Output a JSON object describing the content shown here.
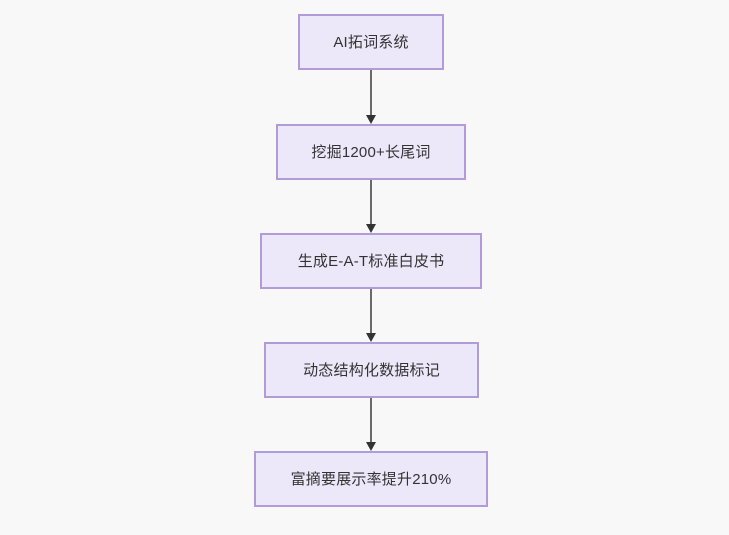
{
  "diagram": {
    "type": "flowchart",
    "direction": "top-to-bottom",
    "background_color": "#f8f8f8",
    "node_fill_color": "#ece8fa",
    "node_border_color": "#b19cd9",
    "node_text_color": "#333333",
    "edge_line_color": "#6a6a6a",
    "edge_arrowhead_color": "#333333",
    "nodes": [
      {
        "id": "n1",
        "label": "AI拓词系统"
      },
      {
        "id": "n2",
        "label": "挖掘1200+长尾词"
      },
      {
        "id": "n3",
        "label": "生成E-A-T标准白皮书"
      },
      {
        "id": "n4",
        "label": "动态结构化数据标记"
      },
      {
        "id": "n5",
        "label": "富摘要展示率提升210%"
      }
    ],
    "edges": [
      {
        "from": "n1",
        "to": "n2",
        "label": ""
      },
      {
        "from": "n2",
        "to": "n3",
        "label": ""
      },
      {
        "from": "n3",
        "to": "n4",
        "label": ""
      },
      {
        "from": "n4",
        "to": "n5",
        "label": ""
      }
    ]
  }
}
